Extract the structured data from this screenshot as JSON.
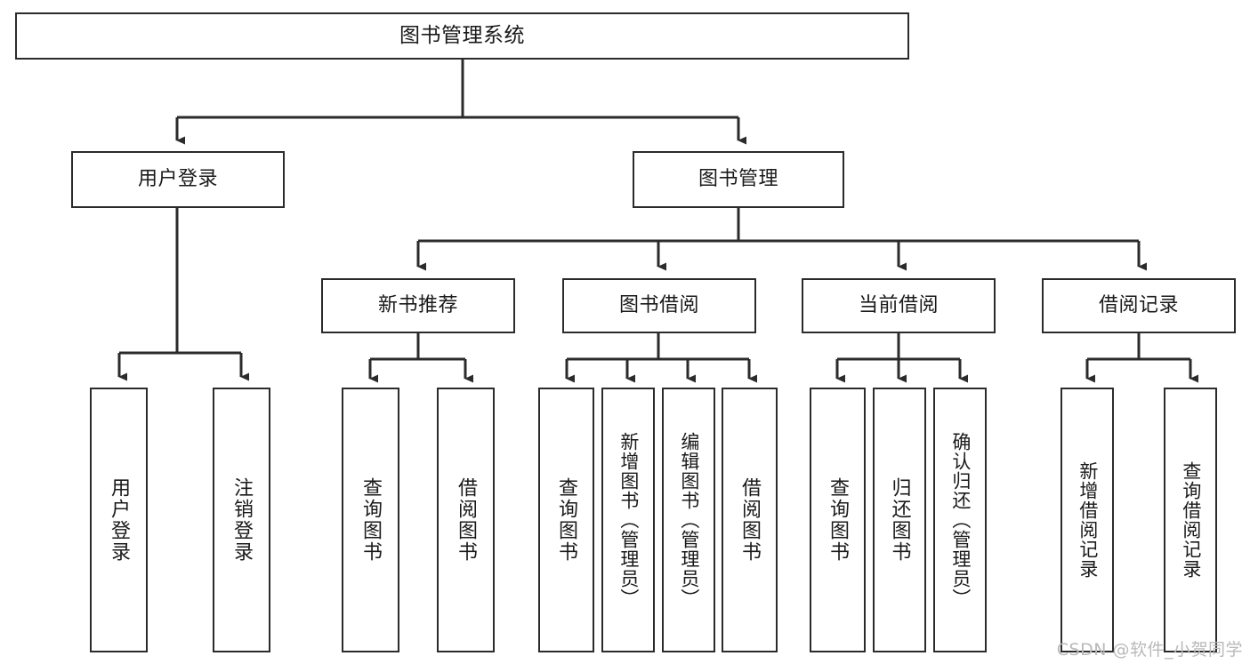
{
  "diagram": {
    "title": "图书管理系统",
    "type": "tree",
    "watermark": "CSDN @软件_小贺同学",
    "colors": {
      "background": "#ffffff",
      "box_fill": "#ffffff",
      "box_border": "#2b2b2b",
      "connector": "#2b2b2b",
      "text": "#1a1a1a",
      "watermark": "#b9b9b9"
    },
    "nodes": {
      "root": {
        "label": "图书管理系统"
      },
      "level1": [
        {
          "label": "用户登录"
        },
        {
          "label": "图书管理"
        }
      ],
      "level2": [
        {
          "label": "新书推荐"
        },
        {
          "label": "图书借阅"
        },
        {
          "label": "当前借阅"
        },
        {
          "label": "借阅记录"
        }
      ],
      "leaves": {
        "user_login": [
          {
            "label": "用户登录"
          },
          {
            "label": "注销登录"
          }
        ],
        "new_book_recommend": [
          {
            "label": "查询图书"
          },
          {
            "label": "借阅图书"
          }
        ],
        "book_borrow": [
          {
            "label": "查询图书"
          },
          {
            "label": "新增图书（管理员）"
          },
          {
            "label": "编辑图书（管理员）"
          },
          {
            "label": "借阅图书"
          }
        ],
        "current_borrow": [
          {
            "label": "查询图书"
          },
          {
            "label": "归还图书"
          },
          {
            "label": "确认归还（管理员）"
          }
        ],
        "borrow_record": [
          {
            "label": "新增借阅记录"
          },
          {
            "label": "查询借阅记录"
          }
        ]
      }
    }
  }
}
